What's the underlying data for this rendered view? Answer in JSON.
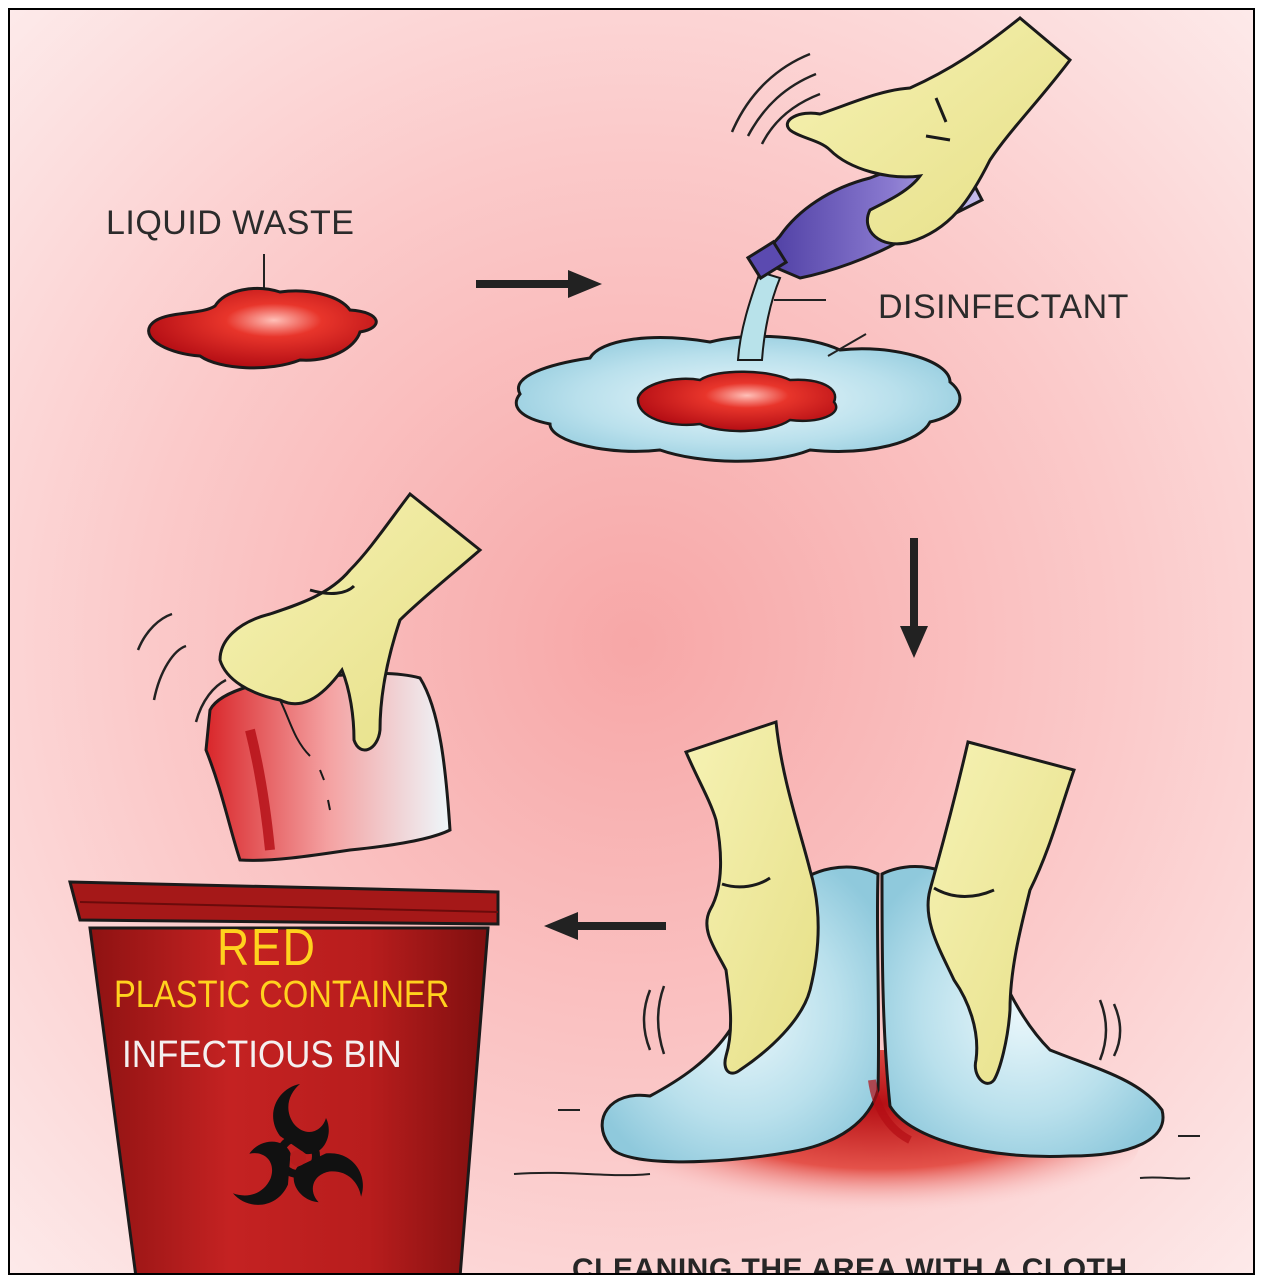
{
  "labels": {
    "liquid_waste": "LIQUID WASTE",
    "disinfectant": "DISINFECTANT",
    "cleaning": "CLEANING THE AREA WITH A CLOTH"
  },
  "bin": {
    "title": "RED",
    "line1": "PLASTIC CONTAINER",
    "line2": "INFECTIOUS BIN",
    "icon": "biohazard-icon"
  },
  "colors": {
    "background": "#fbd3d3",
    "blood": "#c8141c",
    "bin": "#b81d1d",
    "glove": "#f1ec9c",
    "disinfectant": "#a9d8e6",
    "bottle": "#6a54b5",
    "bin_text": "#ffd21e"
  }
}
